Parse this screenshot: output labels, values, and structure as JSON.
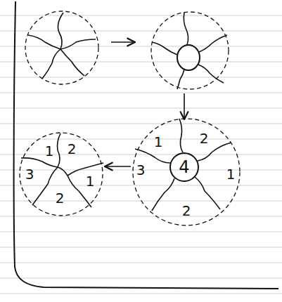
{
  "diagram": {
    "nodes": [
      {
        "text": [
          "1",
          "2",
          "3",
          "1",
          "2"
        ]
      },
      {
        "text": [
          "4"
        ],
        "in": 0
      },
      {
        "text": [
          "1",
          "2",
          "3",
          "1",
          "2"
        ]
      }
    ],
    "edges": [
      {
        "from": 0,
        "to": 2,
        "arrow": "to"
      }
    ]
  }
}
